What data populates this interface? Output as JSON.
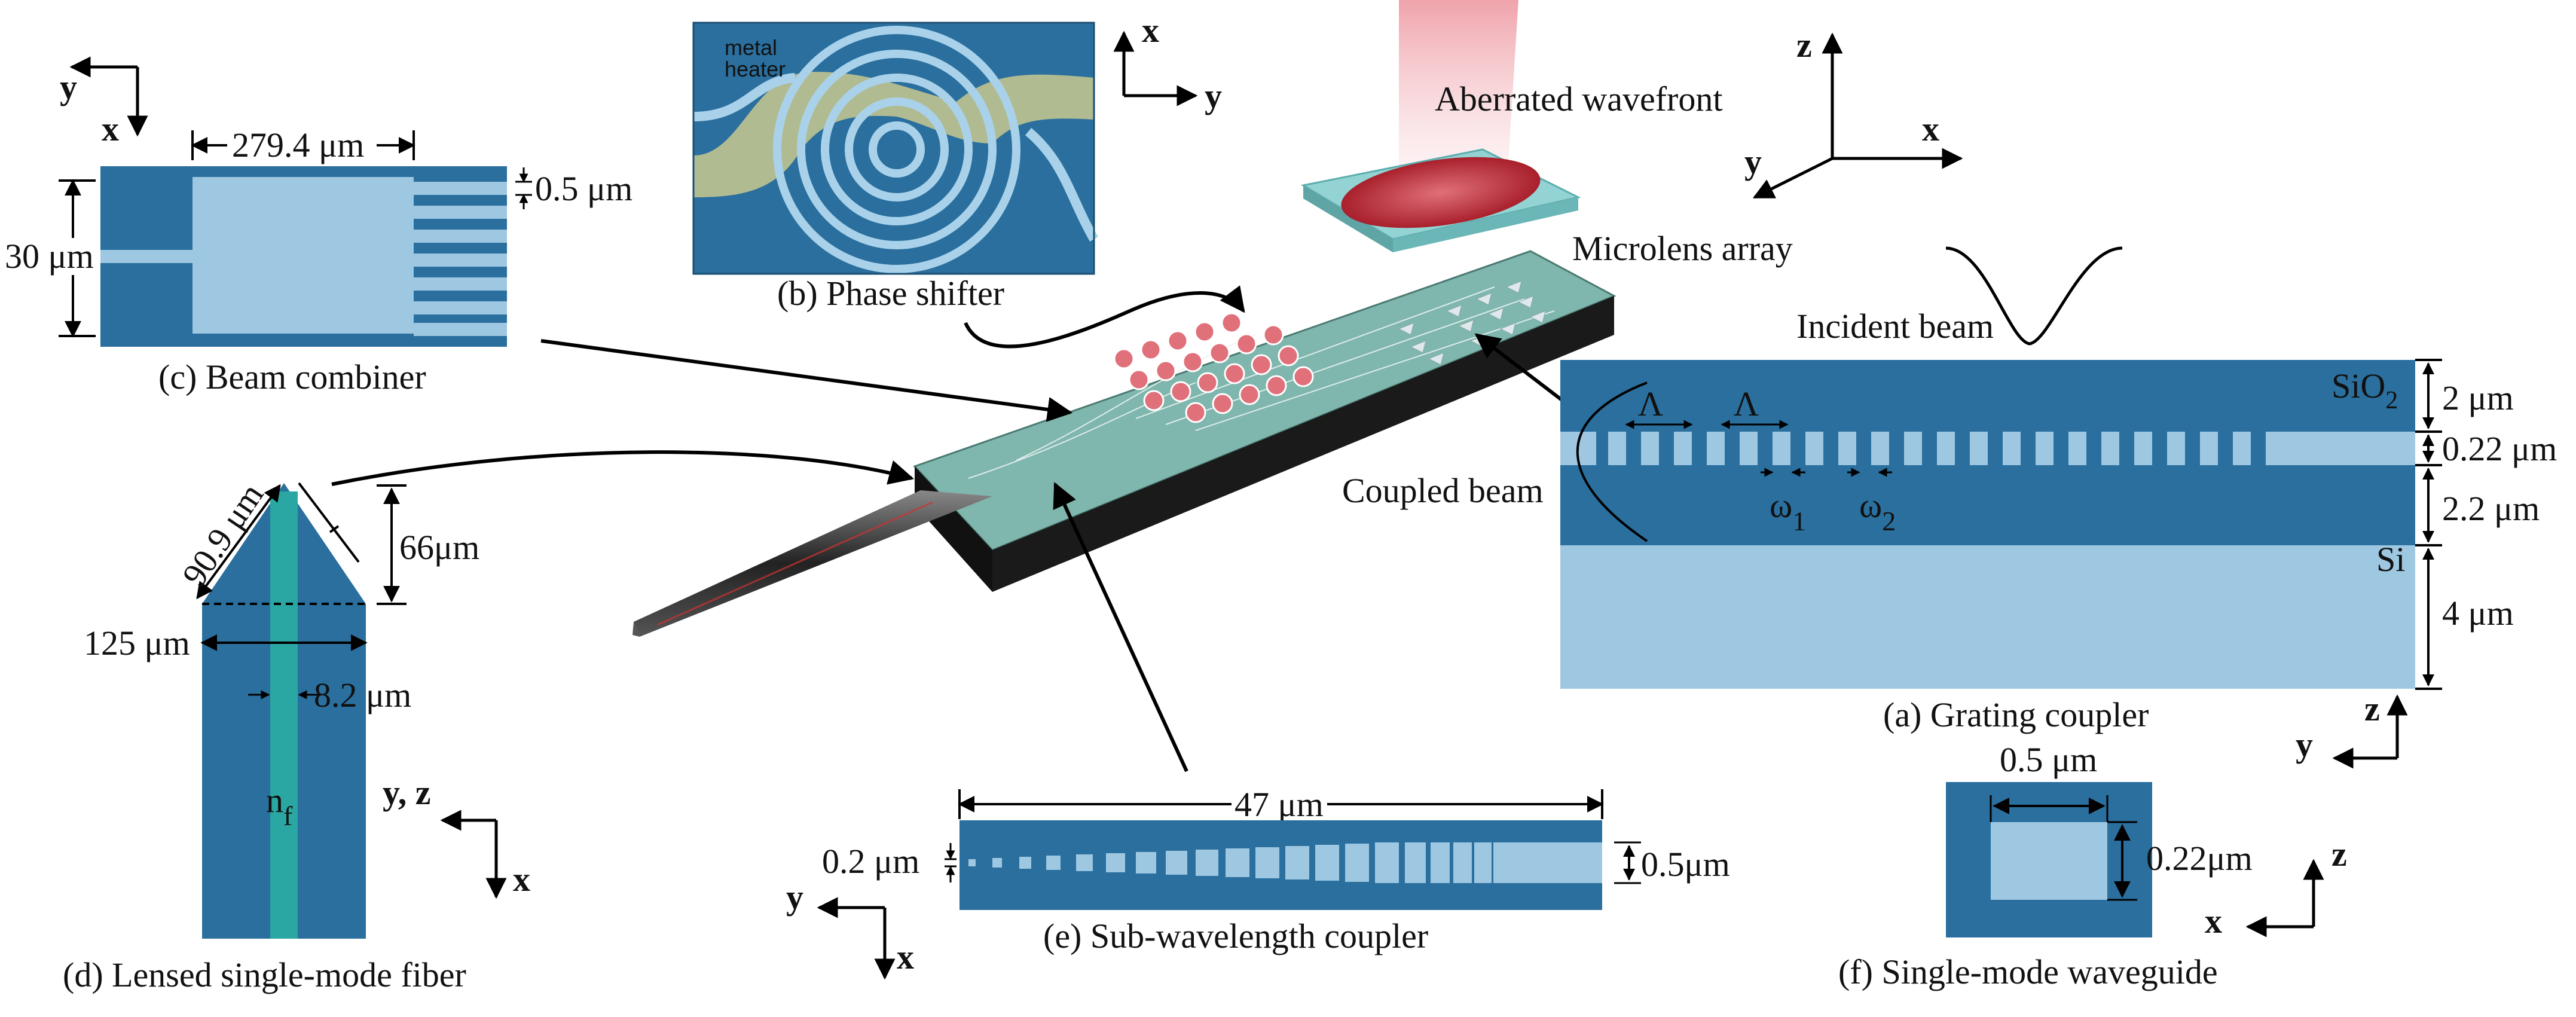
{
  "colors": {
    "dark_blue": "#2a6f9e",
    "light_blue": "#9ec8e2",
    "teal": "#2aa7a2",
    "heater": "#c9c98f",
    "chip_top": "#7fb6ad",
    "chip_side": "#1a1a1a",
    "lens_red": "#c0303a"
  },
  "panels": {
    "grating_coupler": {
      "caption": "(a) Grating coupler",
      "incident_beam": "Incident beam",
      "coupled_beam": "Coupled beam",
      "layer_sio2": "SiO",
      "layer_sio2_sub": "2",
      "layer_si": "Si",
      "dim_oxide": "2 μm",
      "dim_waveguide": "0.22 μm",
      "dim_box": "2.2 μm",
      "dim_substrate": "4 μm",
      "period_label": "Λ",
      "omega1": "ω",
      "omega1_sub": "1",
      "omega2": "ω",
      "omega2_sub": "2"
    },
    "phase_shifter": {
      "caption": "(b) Phase shifter",
      "heater_label_line1": "metal",
      "heater_label_line2": "heater"
    },
    "beam_combiner": {
      "caption": "(c) Beam combiner",
      "dim_length": "279.4 μm",
      "dim_width": "30 μm",
      "dim_slit": "0.5 μm"
    },
    "lensed_fiber": {
      "caption": "(d) Lensed single-mode fiber",
      "dim_taper_side": "90.9 μm",
      "dim_taper_height": "66μm",
      "dim_diameter": "125 μm",
      "dim_core": "8.2 μm",
      "core_index": "n",
      "core_index_sub": "f"
    },
    "subwavelength_coupler": {
      "caption": "(e) Sub-wavelength coupler",
      "dim_length": "47 μm",
      "dim_tip": "0.2 μm",
      "dim_end": "0.5μm"
    },
    "single_mode_waveguide": {
      "caption": "(f) Single-mode waveguide",
      "dim_width": "0.5 μm",
      "dim_height": "0.22μm"
    }
  },
  "central": {
    "aberrated_wavefront": "Aberrated wavefront",
    "microlens_array": "Microlens array"
  },
  "axes": {
    "x": "x",
    "y": "y",
    "z": "z",
    "yz": "y, z"
  }
}
